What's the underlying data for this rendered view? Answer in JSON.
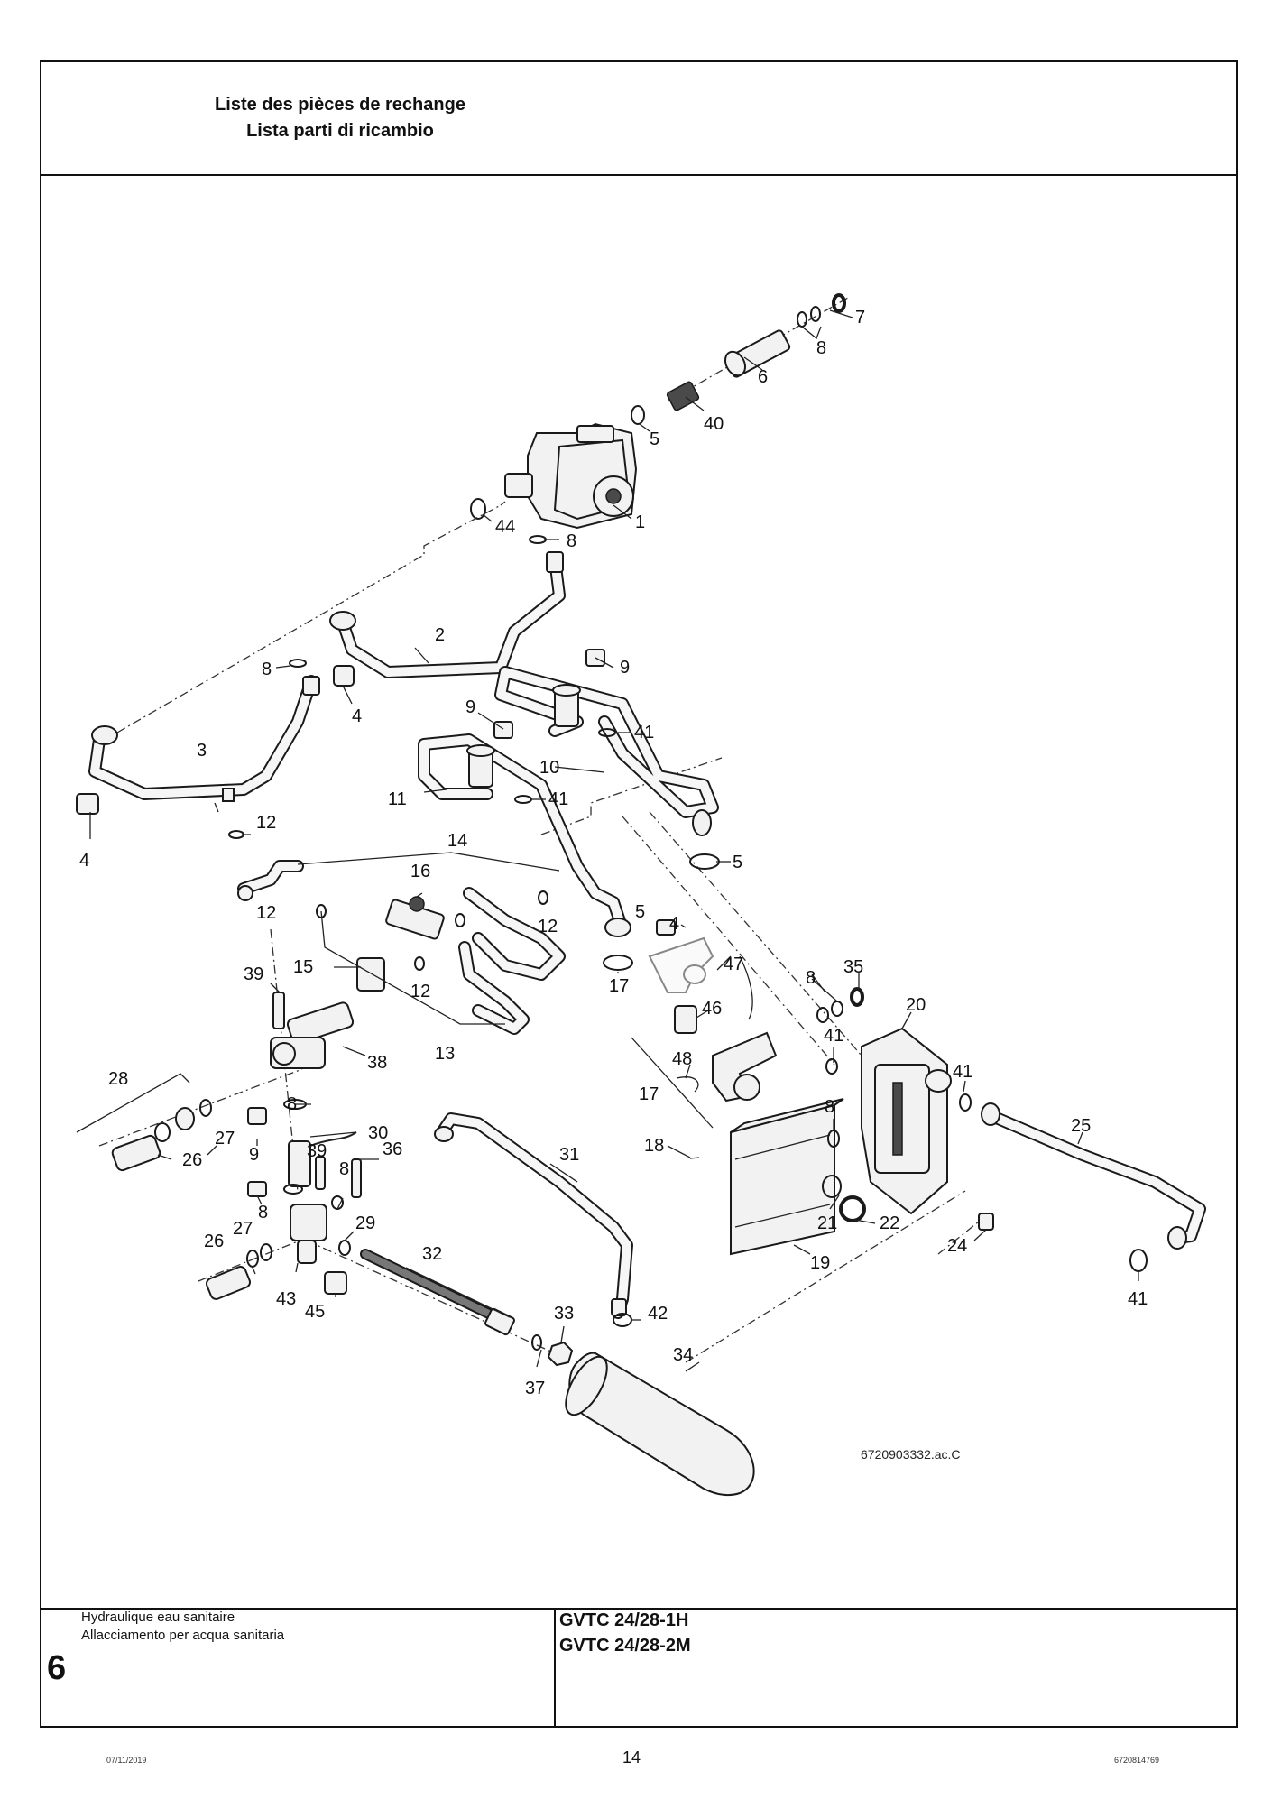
{
  "header": {
    "title_fr": "Liste des pièces de rechange",
    "title_it": "Lista parti di ricambio"
  },
  "footer": {
    "description_fr": "Hydraulique eau sanitaire",
    "description_it": "Allacciamento per acqua sanitaria",
    "section_number": "6",
    "model_1": "GVTC 24/28-1H",
    "model_2": "GVTC 24/28-2M",
    "date": "07/11/2019",
    "page_number": "14",
    "document_number": "6720814769"
  },
  "drawing": {
    "reference": "6720903332.ac.C",
    "callouts": [
      "1",
      "2",
      "3",
      "4",
      "5",
      "6",
      "7",
      "8",
      "9",
      "10",
      "11",
      "12",
      "13",
      "14",
      "15",
      "16",
      "17",
      "18",
      "19",
      "20",
      "21",
      "22",
      "24",
      "25",
      "26",
      "27",
      "28",
      "29",
      "30",
      "31",
      "32",
      "33",
      "34",
      "35",
      "36",
      "37",
      "38",
      "39",
      "40",
      "41",
      "42",
      "43",
      "44",
      "45",
      "46",
      "47",
      "48"
    ]
  }
}
